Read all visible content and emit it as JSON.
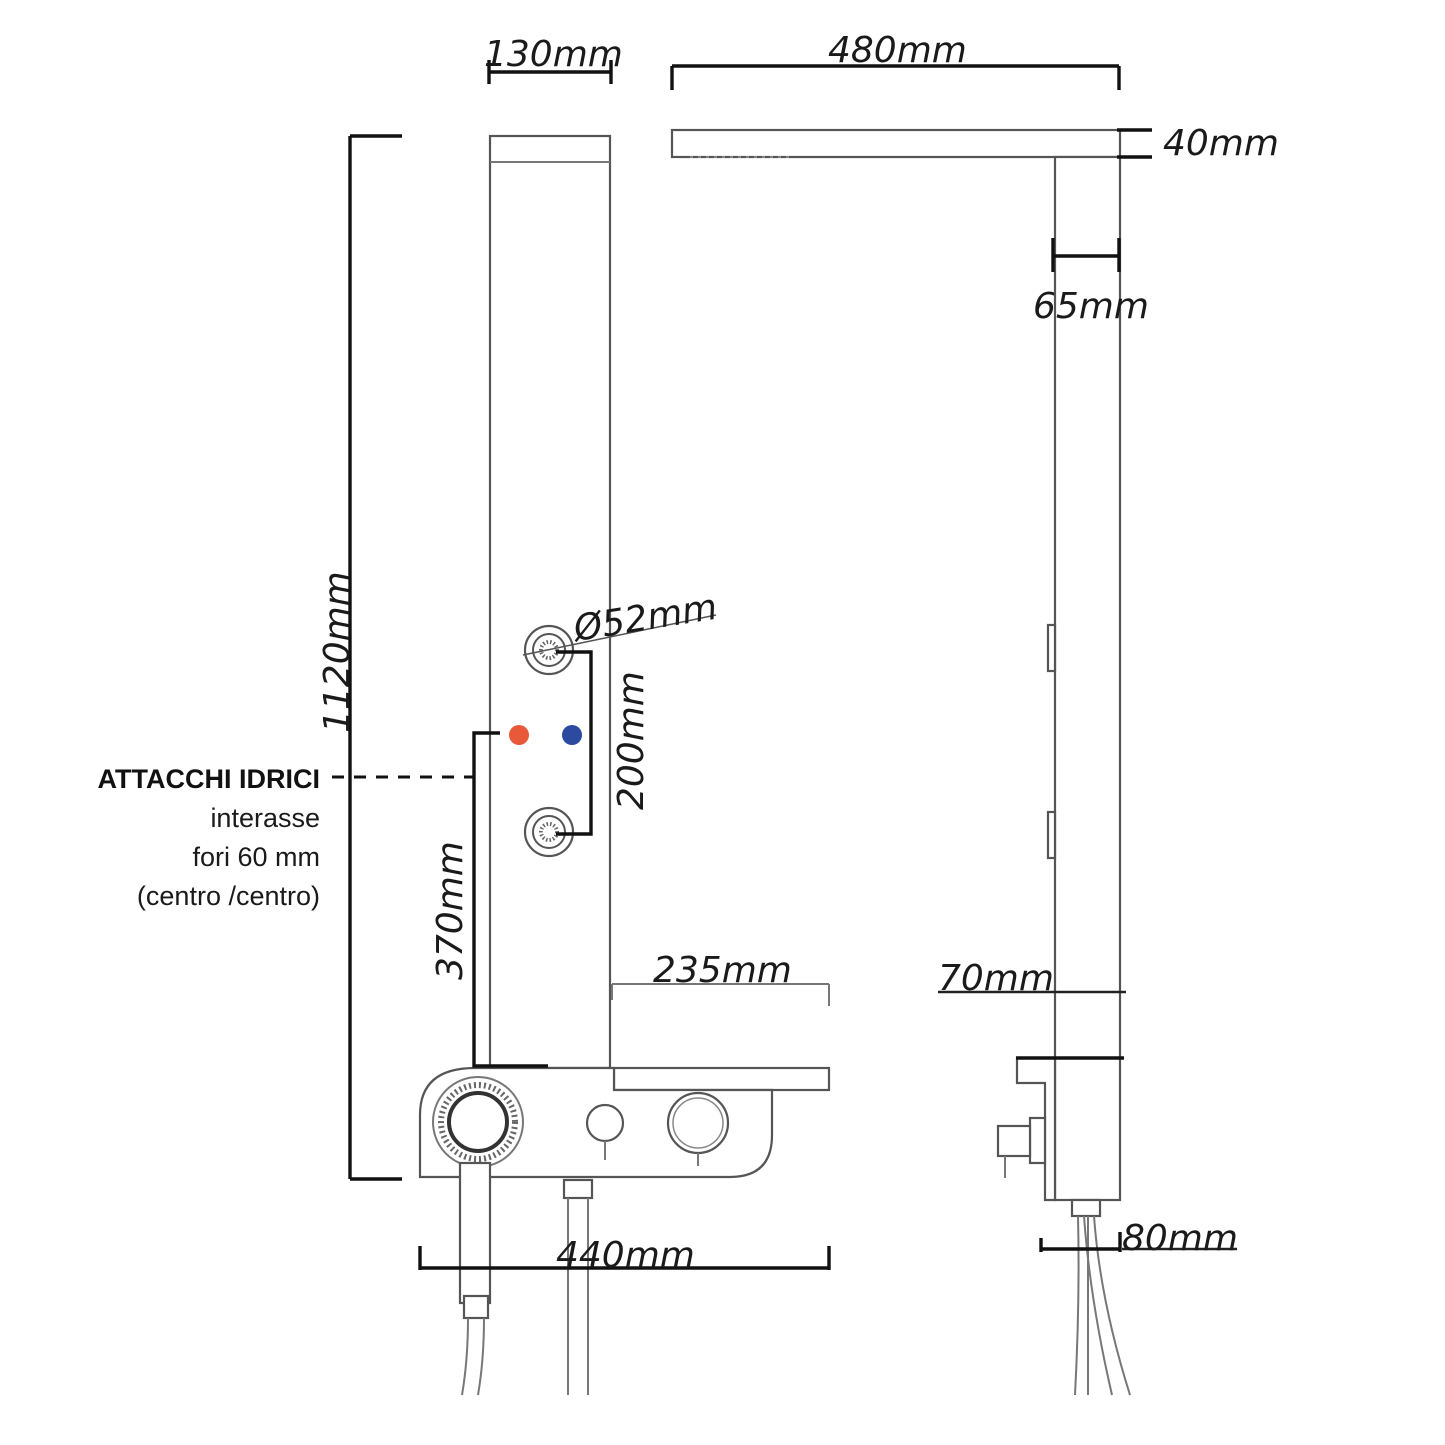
{
  "dimensions": {
    "width_column": "130mm",
    "width_head": "480mm",
    "head_thickness": "40mm",
    "column_depth": "65mm",
    "total_height": "1120mm",
    "nozzle_diameter": "Ø52mm",
    "nozzle_spacing": "200mm",
    "connection_height": "370mm",
    "shelf_width": "235mm",
    "shelf_depth": "70mm",
    "base_width": "440mm",
    "base_depth": "80mm"
  },
  "note": {
    "title": "ATTACCHI IDRICI",
    "line1": "interasse",
    "line2": "fori 60 mm",
    "line3": "(centro /centro)"
  },
  "colors": {
    "hot": "#e8593a",
    "cold": "#2b4aa0"
  }
}
